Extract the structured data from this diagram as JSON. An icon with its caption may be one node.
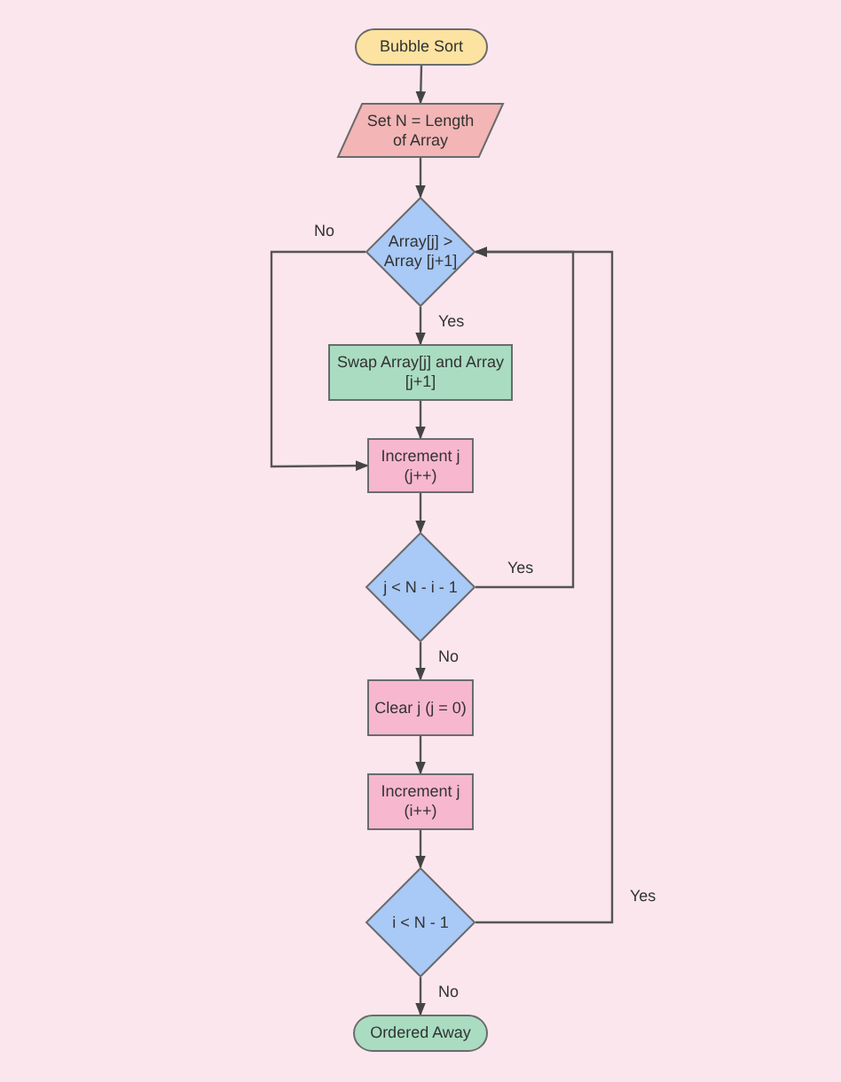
{
  "diagram": {
    "nodes": [
      {
        "text": [
          "Bubble Sort"
        ]
      },
      {
        "text": [
          "Set N = Length of Array"
        ]
      },
      {
        "text": [
          "Array[j] > Array [j+1]"
        ]
      },
      {
        "text": [
          "Swap Array[j] and Array [j+1]"
        ]
      },
      {
        "text": [
          "Increment j (j++)"
        ]
      },
      {
        "text": [
          "j < N - i - 1"
        ]
      },
      {
        "text": [
          "Clear j (j = 0)"
        ]
      },
      {
        "text": [
          "Increment j (i++)"
        ]
      },
      {
        "text": [
          "i < N - 1"
        ]
      },
      {
        "text": [
          "Ordered Away"
        ]
      }
    ],
    "edges": [
      {
        "from": 0,
        "to": 1,
        "arrow": "to"
      },
      {
        "from": 1,
        "to": 2,
        "arrow": "to"
      },
      {
        "from": 2,
        "to": 3,
        "arrow": "to",
        "label": "Yes"
      },
      {
        "from": 2,
        "to": 4,
        "arrow": "to",
        "label": "No"
      },
      {
        "from": 3,
        "to": 4,
        "arrow": "to"
      },
      {
        "from": 4,
        "to": 5,
        "arrow": "to"
      },
      {
        "from": 5,
        "to": 2,
        "arrow": "to",
        "label": "Yes"
      },
      {
        "from": 5,
        "to": 6,
        "arrow": "to",
        "label": "No"
      },
      {
        "from": 6,
        "to": 7,
        "arrow": "to"
      },
      {
        "from": 7,
        "to": 8,
        "arrow": "to"
      },
      {
        "from": 8,
        "to": 2,
        "arrow": "to",
        "label": "Yes"
      },
      {
        "from": 8,
        "to": 9,
        "arrow": "to",
        "label": "No"
      }
    ]
  }
}
